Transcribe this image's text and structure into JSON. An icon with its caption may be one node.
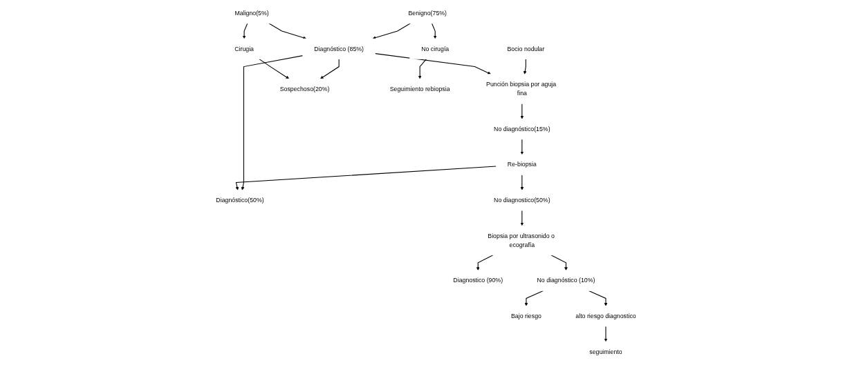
{
  "diagram": {
    "nodes": [
      {
        "text": [
          "Bocio nodular"
        ]
      },
      {
        "text": [
          "Punción biopsia por aguja fina"
        ]
      },
      {
        "text": [
          "Diagnóstico (85%)"
        ]
      },
      {
        "text": [
          "No diagnóstico(15%)"
        ]
      },
      {
        "text": [
          "Benigno(75%)"
        ]
      },
      {
        "text": [
          "Maligno(5%)"
        ]
      },
      {
        "text": [
          "Sospechoso(20%)"
        ]
      },
      {
        "text": [
          "Re-biopsia"
        ]
      },
      {
        "text": [
          "No cirugía"
        ]
      },
      {
        "text": [
          "Cirugia"
        ]
      },
      {
        "text": [
          "Diagnóstico(50%)"
        ]
      },
      {
        "text": [
          "No diagnostico(50%)"
        ]
      },
      {
        "text": [
          "Seguimiento rebiopsia"
        ]
      },
      {
        "text": [
          "Biopsia por ultrasonido o ecografía"
        ]
      },
      {
        "text": [
          "Diagnostico (90%)"
        ]
      },
      {
        "text": [
          "No diagnóstico (10%)"
        ]
      },
      {
        "text": [
          "Bajo riesgo"
        ]
      },
      {
        "text": [
          "alto riesgo diagnostico"
        ]
      },
      {
        "text": [
          "seguimiento"
        ]
      }
    ],
    "edges": [
      {
        "from": 0,
        "to": 1,
        "arrow": "to"
      },
      {
        "from": 2,
        "to": 1,
        "arrow": "to"
      },
      {
        "from": 1,
        "to": 3,
        "arrow": "to"
      },
      {
        "from": 4,
        "to": 2,
        "arrow": "to"
      },
      {
        "from": 5,
        "to": 2,
        "arrow": "to"
      },
      {
        "from": 2,
        "to": 6,
        "arrow": "to"
      },
      {
        "from": 5,
        "to": 9,
        "arrow": "to"
      },
      {
        "from": 9,
        "to": 6,
        "arrow": "to"
      },
      {
        "from": 2,
        "to": 10,
        "arrow": "to"
      },
      {
        "from": 3,
        "to": 7,
        "arrow": "to"
      },
      {
        "from": 7,
        "to": 10,
        "arrow": "to"
      },
      {
        "from": 7,
        "to": 11,
        "arrow": "to"
      },
      {
        "from": 4,
        "to": 8,
        "arrow": "to"
      },
      {
        "from": 8,
        "to": 12,
        "arrow": "to"
      },
      {
        "from": 11,
        "to": 13,
        "arrow": "to"
      },
      {
        "from": 13,
        "to": 14,
        "arrow": "to"
      },
      {
        "from": 13,
        "to": 15,
        "arrow": "to"
      },
      {
        "from": 15,
        "to": 16,
        "arrow": "to"
      },
      {
        "from": 15,
        "to": 17,
        "arrow": "to"
      },
      {
        "from": 17,
        "to": 18,
        "arrow": "to"
      }
    ]
  }
}
